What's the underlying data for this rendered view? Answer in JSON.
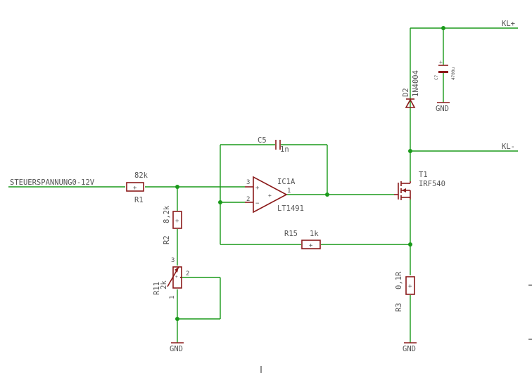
{
  "nets": {
    "input": "STEUERSPANNUNG0-12V",
    "kl_plus": "KL+",
    "kl_minus": "KL-"
  },
  "components": {
    "r1": {
      "name": "R1",
      "value": "82k"
    },
    "r2": {
      "name": "R2",
      "value": "8,2k"
    },
    "r11": {
      "name": "R11",
      "value": "2k",
      "pin1": "1",
      "pin2": "2",
      "pin3": "3"
    },
    "r15": {
      "name": "R15",
      "value": "1k"
    },
    "r3": {
      "name": "R3",
      "value": "0,1R"
    },
    "c5": {
      "name": "C5",
      "value": "1n"
    },
    "c7": {
      "name": "C7",
      "value": "4700u"
    },
    "d2": {
      "name": "D2",
      "value": "1N4004"
    },
    "ic1a": {
      "name": "IC1A",
      "value": "LT1491",
      "pin_plus": "3",
      "pin_minus": "2",
      "pin_out": "1"
    },
    "t1": {
      "name": "T1",
      "value": "IRF540"
    }
  },
  "gnd_label": "GND",
  "plus_sign": "+"
}
